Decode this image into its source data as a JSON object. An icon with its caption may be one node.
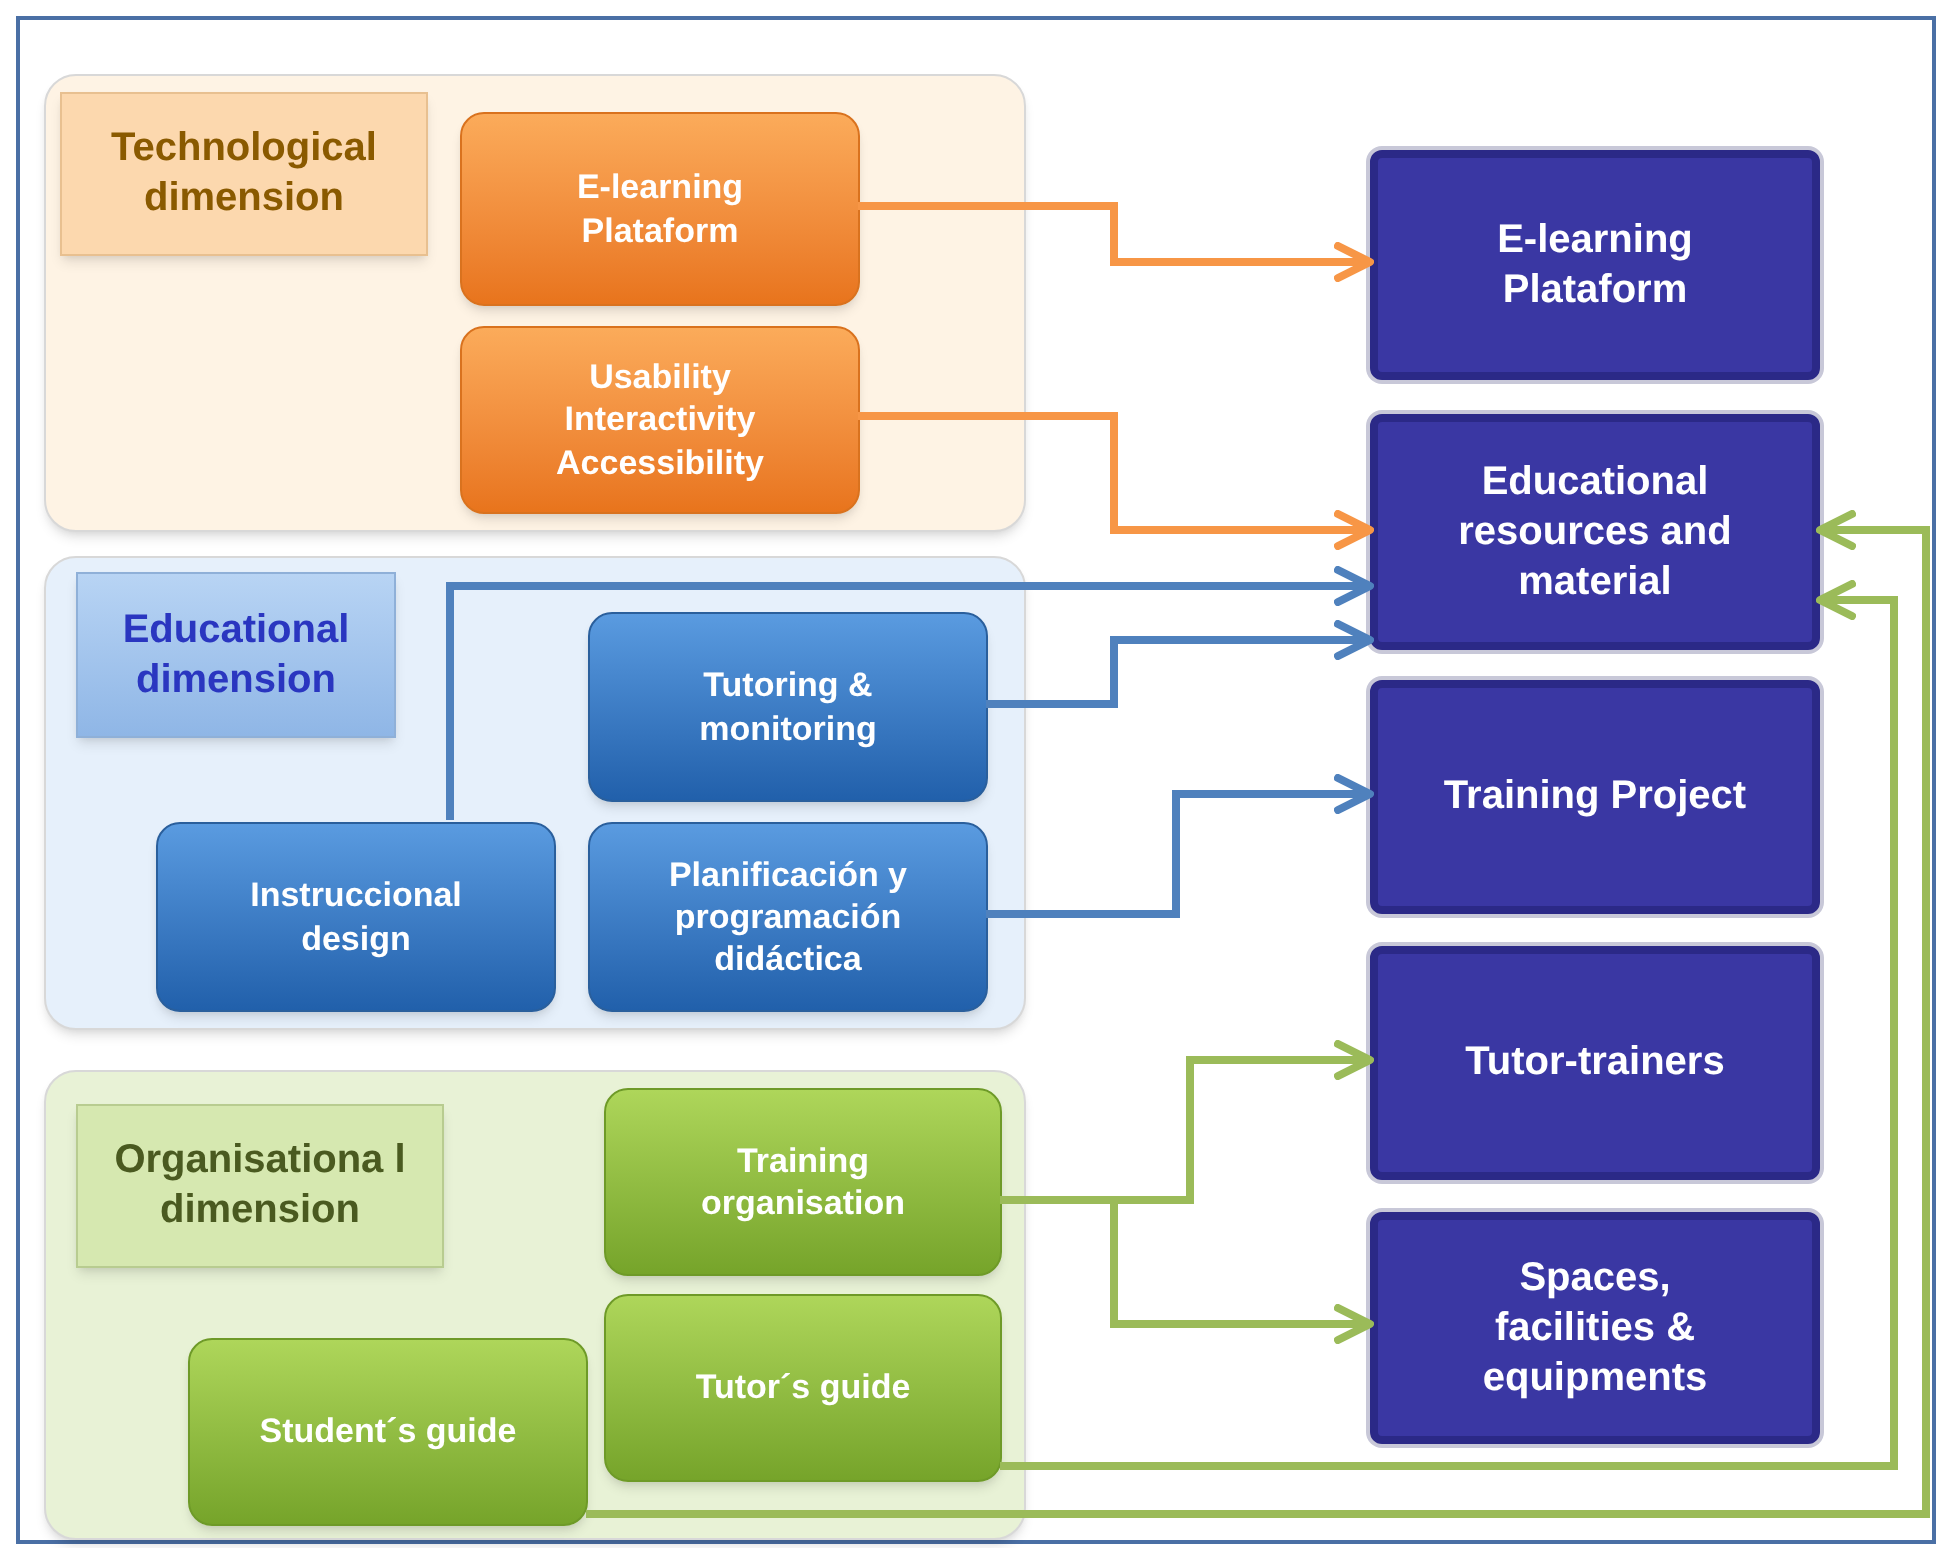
{
  "diagram": {
    "nodes": [
      {
        "text": [],
        "shape": "box"
      },
      {
        "text": [
          "Technological dimension"
        ],
        "in": 0
      },
      {
        "text": [
          "E-learning Plataform"
        ],
        "in": 0
      },
      {
        "text": [
          "Usability Interactivity Accessibility"
        ],
        "in": 0
      },
      {
        "text": [],
        "shape": "box"
      },
      {
        "text": [
          "Educational dimension"
        ],
        "in": 4
      },
      {
        "text": [
          "Tutoring & monitoring"
        ],
        "in": 4
      },
      {
        "text": [
          "Instruccional design"
        ],
        "in": 4
      },
      {
        "text": [
          "Planificación y programación didáctica"
        ],
        "in": 4
      },
      {
        "text": [],
        "shape": "box"
      },
      {
        "text": [
          "Organisationa l dimension"
        ],
        "in": 9
      },
      {
        "text": [
          "Training organisation"
        ],
        "in": 9
      },
      {
        "text": [
          "Tutor´s guide"
        ],
        "in": 9
      },
      {
        "text": [
          "Student´s guide"
        ],
        "in": 9
      },
      {
        "text": [
          "E-learning Plataform"
        ]
      },
      {
        "text": [
          "Educational resources and material"
        ]
      },
      {
        "text": [
          "Training Project"
        ]
      },
      {
        "text": [
          "Tutor-trainers"
        ]
      },
      {
        "text": [
          "Spaces, facilities & equipments"
        ]
      }
    ],
    "edges": [
      {
        "from": 2,
        "to": 14,
        "arrow": "to",
        "color": "#f79646"
      },
      {
        "from": 3,
        "to": 15,
        "arrow": "to",
        "color": "#f79646"
      },
      {
        "from": 7,
        "to": 15,
        "arrow": "to",
        "color": "#4f81bd"
      },
      {
        "from": 6,
        "to": 15,
        "arrow": "to",
        "color": "#4f81bd"
      },
      {
        "from": 8,
        "to": 16,
        "arrow": "to",
        "color": "#4f81bd"
      },
      {
        "from": 11,
        "to": 17,
        "arrow": "to",
        "color": "#9bbb59"
      },
      {
        "from": 11,
        "to": 18,
        "arrow": "to",
        "color": "#9bbb59"
      },
      {
        "from": 12,
        "to": 15,
        "arrow": "to",
        "color": "#9bbb59"
      },
      {
        "from": 13,
        "to": 15,
        "arrow": "to",
        "color": "#9bbb59"
      }
    ]
  }
}
